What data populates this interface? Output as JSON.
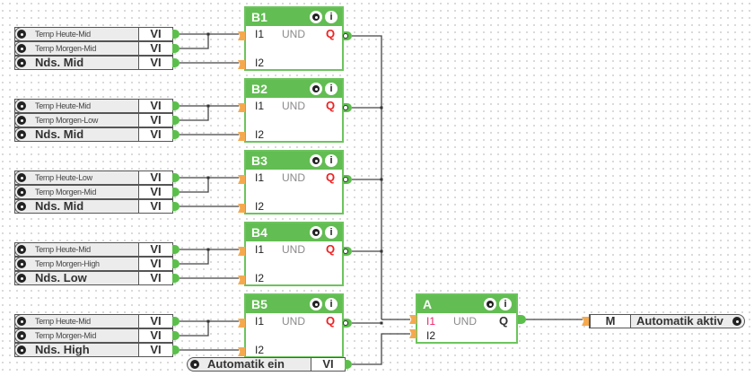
{
  "colors": {
    "block_header": "#62bd52",
    "block_border": "#6cc45c",
    "input_port": "#f5a94e",
    "output_port": "#5cbf4c",
    "q_label": "#ee2222",
    "wire": "#444444"
  },
  "groups": [
    {
      "inputs": [
        {
          "name": "Temp Heute-Mid",
          "type": "VI"
        },
        {
          "name": "Temp Morgen-Mid",
          "type": "VI"
        },
        {
          "name": "Nds. Mid",
          "type": "VI"
        }
      ],
      "block": {
        "title": "B1",
        "op": "UND",
        "in1": "I1",
        "in2": "I2",
        "out": "Q",
        "info": "i"
      }
    },
    {
      "inputs": [
        {
          "name": "Temp Heute-Mid",
          "type": "VI"
        },
        {
          "name": "Temp Morgen-Low",
          "type": "VI"
        },
        {
          "name": "Nds. Mid",
          "type": "VI"
        }
      ],
      "block": {
        "title": "B2",
        "op": "UND",
        "in1": "I1",
        "in2": "I2",
        "out": "Q",
        "info": "i"
      }
    },
    {
      "inputs": [
        {
          "name": "Temp Heute-Low",
          "type": "VI"
        },
        {
          "name": "Temp Morgen-Mid",
          "type": "VI"
        },
        {
          "name": "Nds. Mid",
          "type": "VI"
        }
      ],
      "block": {
        "title": "B3",
        "op": "UND",
        "in1": "I1",
        "in2": "I2",
        "out": "Q",
        "info": "i"
      }
    },
    {
      "inputs": [
        {
          "name": "Temp Heute-Mid",
          "type": "VI"
        },
        {
          "name": "Temp Morgen-High",
          "type": "VI"
        },
        {
          "name": "Nds. Low",
          "type": "VI"
        }
      ],
      "block": {
        "title": "B4",
        "op": "UND",
        "in1": "I1",
        "in2": "I2",
        "out": "Q",
        "info": "i"
      }
    },
    {
      "inputs": [
        {
          "name": "Temp Heute-Mid",
          "type": "VI"
        },
        {
          "name": "Temp Morgen-Mid",
          "type": "VI"
        },
        {
          "name": "Nds. High",
          "type": "VI"
        }
      ],
      "block": {
        "title": "B5",
        "op": "UND",
        "in1": "I1",
        "in2": "I2",
        "out": "Q",
        "info": "i"
      }
    }
  ],
  "auto_input": {
    "name": "Automatik ein",
    "type": "VI"
  },
  "final_block": {
    "title": "A",
    "op": "UND",
    "in1": "I1",
    "in2": "I2",
    "out": "Q",
    "info": "i"
  },
  "output": {
    "type": "M",
    "name": "Automatik aktiv"
  }
}
